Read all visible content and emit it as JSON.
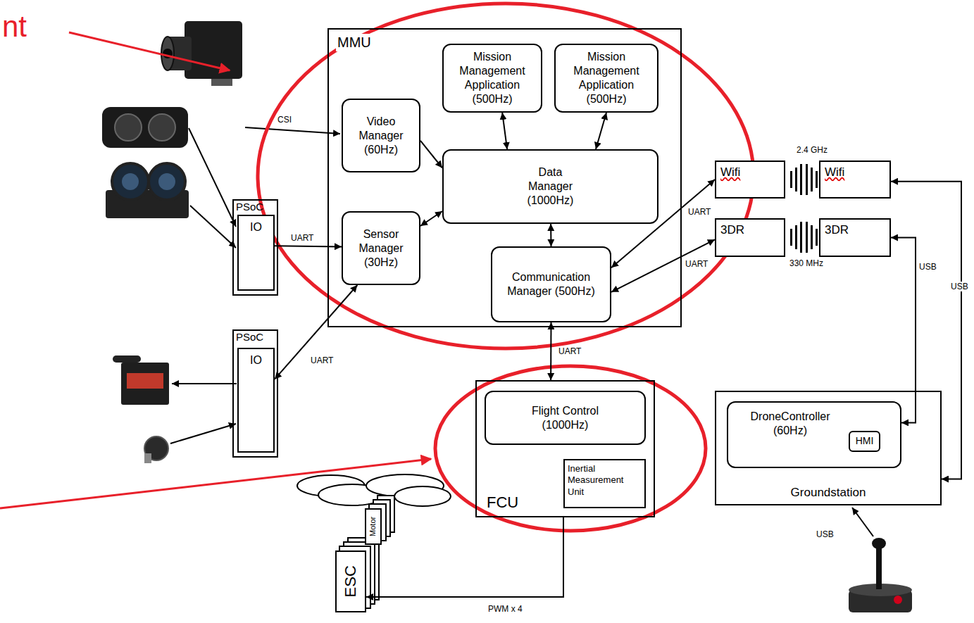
{
  "diagram": {
    "nodes": [
      {
        "text": [
          "MMU"
        ]
      },
      {
        "text": [
          "Mission Management Application (500Hz)"
        ],
        "in": 0
      },
      {
        "text": [
          "Mission Management Application (500Hz)"
        ],
        "in": 0
      },
      {
        "text": [
          "Video Manager (60Hz)"
        ],
        "in": 0
      },
      {
        "text": [
          "Data Manager (1000Hz)"
        ],
        "in": 0
      },
      {
        "text": [
          "Sensor Manager (30Hz)"
        ],
        "in": 0
      },
      {
        "text": [
          "Communication Manager (500Hz)"
        ],
        "in": 0
      },
      {
        "text": [
          "Wifi"
        ]
      },
      {
        "text": [
          "Wifi"
        ]
      },
      {
        "text": [
          "3DR"
        ]
      },
      {
        "text": [
          "3DR"
        ]
      },
      {
        "text": [
          "PSoC"
        ]
      },
      {
        "text": [
          "IO"
        ],
        "in": 11
      },
      {
        "text": [
          "PSoC"
        ]
      },
      {
        "text": [
          "IO"
        ],
        "in": 13
      },
      {
        "text": [
          "FCU"
        ]
      },
      {
        "text": [
          "Flight Control (1000Hz)"
        ],
        "in": 15
      },
      {
        "text": [
          "Inertial Measurement Unit"
        ],
        "in": 15
      },
      {
        "text": [
          "Groundstation"
        ]
      },
      {
        "text": [
          "DroneController (60Hz)"
        ],
        "in": 18
      },
      {
        "text": [
          "HMI"
        ],
        "in": 19
      },
      {
        "text": [
          "Motor"
        ]
      },
      {
        "text": [
          "ESC"
        ]
      }
    ],
    "edges": [
      {
        "from": 3,
        "to": 4,
        "arrow": "to"
      },
      {
        "from": 1,
        "to": 4,
        "arrow": "both"
      },
      {
        "from": 2,
        "to": 4,
        "arrow": "both"
      },
      {
        "from": 5,
        "to": 4,
        "arrow": "both"
      },
      {
        "from": 4,
        "to": 6,
        "arrow": "both"
      },
      {
        "from": 12,
        "to": 5,
        "label": "UART",
        "arrow": "to"
      },
      {
        "from": 5,
        "to": 14,
        "label": "UART",
        "arrow": "both"
      },
      {
        "from": 6,
        "to": 7,
        "label": "UART",
        "arrow": "both"
      },
      {
        "from": 6,
        "to": 9,
        "label": "UART",
        "arrow": "both"
      },
      {
        "from": 6,
        "to": 15,
        "label": "UART",
        "arrow": "both"
      },
      {
        "from": 10,
        "to": 19,
        "label": "USB",
        "arrow": "both"
      },
      {
        "from": 8,
        "to": 18,
        "label": "USB",
        "arrow": "both"
      },
      {
        "from": 15,
        "to": 22,
        "label": "PWM x 4",
        "arrow": "to"
      }
    ],
    "labels": [
      "nt",
      "CSI",
      "2.4 GHz",
      "330 MHz",
      "USB"
    ]
  }
}
